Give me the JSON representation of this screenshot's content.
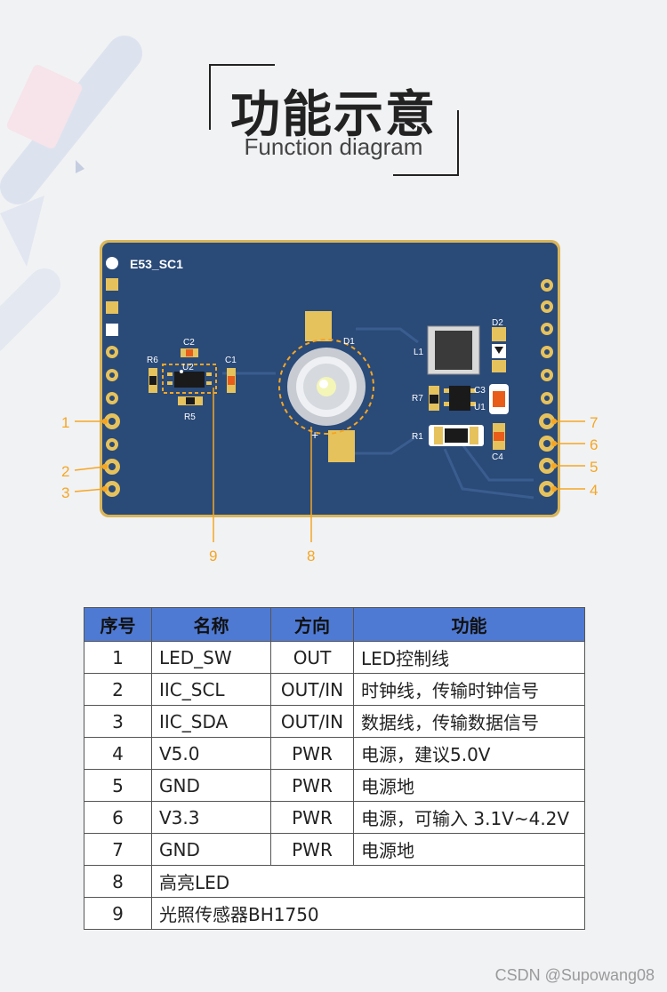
{
  "header": {
    "title_cn": "功能示意",
    "title_en": "Function diagram"
  },
  "board": {
    "name": "E53_SC1",
    "silkscreen": {
      "c2": "C2",
      "r6": "R6",
      "u2": "U2",
      "c1": "C1",
      "r5": "R5",
      "d1": "D1",
      "plus": "+",
      "l1": "L1",
      "d2": "D2",
      "r7": "R7",
      "c3": "C3",
      "u1": "U1",
      "r1": "R1",
      "c4": "C4"
    },
    "callouts": {
      "left": [
        "1",
        "2",
        "3"
      ],
      "right": [
        "7",
        "6",
        "5",
        "4"
      ],
      "bottom": [
        "9",
        "8"
      ]
    },
    "colors": {
      "pcb": "#2a4a78",
      "accent": "#f5a623",
      "gold": "#d9b558"
    }
  },
  "table": {
    "headers": [
      "序号",
      "名称",
      "方向",
      "功能"
    ],
    "rows": [
      {
        "no": "1",
        "name": "LED_SW",
        "dir": "OUT",
        "func": "LED控制线"
      },
      {
        "no": "2",
        "name": "IIC_SCL",
        "dir": "OUT/IN",
        "func": "时钟线，传输时钟信号"
      },
      {
        "no": "3",
        "name": "IIC_SDA",
        "dir": "OUT/IN",
        "func": "数据线，传输数据信号"
      },
      {
        "no": "4",
        "name": "V5.0",
        "dir": "PWR",
        "func": "电源，建议5.0V"
      },
      {
        "no": "5",
        "name": "GND",
        "dir": "PWR",
        "func": "电源地"
      },
      {
        "no": "6",
        "name": "V3.3",
        "dir": "PWR",
        "func": "电源，可输入 3.1V~4.2V"
      },
      {
        "no": "7",
        "name": "GND",
        "dir": "PWR",
        "func": "电源地"
      }
    ],
    "span_rows": [
      {
        "no": "8",
        "text": "高亮LED"
      },
      {
        "no": "9",
        "text": "光照传感器BH1750"
      }
    ],
    "header_color": "#4f7ad3"
  },
  "watermark": "CSDN @Supowang08"
}
